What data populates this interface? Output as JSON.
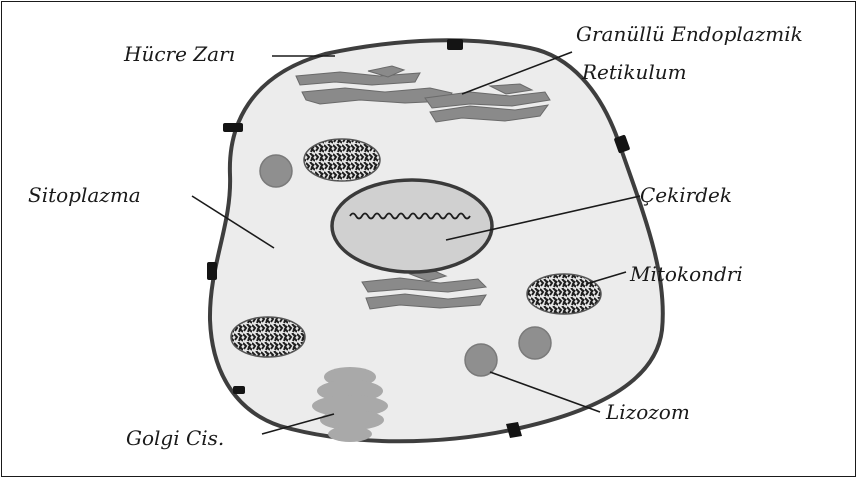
{
  "labels": {
    "cell_membrane": "Hücre Zarı",
    "rough_er_line1": "Granüllü Endoplazmik",
    "rough_er_line2": "Retikulum",
    "cytoplasm": "Sitoplazma",
    "nucleus": "Çekirdek",
    "mitochondrion": "Mitokondri",
    "lysosome": "Lizozom",
    "golgi": "Golgi Cis."
  }
}
